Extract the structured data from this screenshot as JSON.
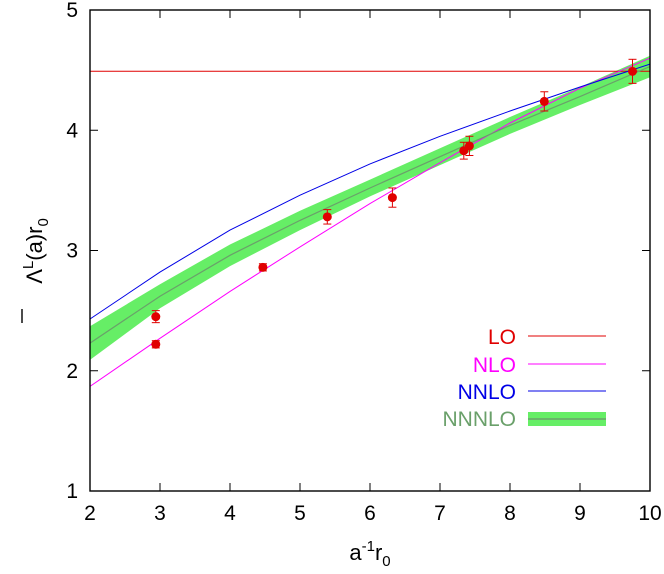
{
  "chart_data": {
    "type": "line",
    "xlabel_base": "a",
    "xlabel_sup": "-1",
    "xlabel_mid": "r",
    "xlabel_sub": "0",
    "ylabel_base": "Λ",
    "ylabel_sup": "L",
    "ylabel_mid": "(a)r",
    "ylabel_sub": "0",
    "xlim": [
      2,
      10
    ],
    "ylim": [
      1,
      5
    ],
    "x_ticks": [
      "2",
      "3",
      "4",
      "5",
      "6",
      "7",
      "8",
      "9",
      "10"
    ],
    "y_ticks": [
      "1",
      "2",
      "3",
      "4",
      "5"
    ],
    "grid": false,
    "legend_position": "bottom-right",
    "colors": {
      "LO": "#e00000",
      "NLO": "#ff00ff",
      "NNLO": "#0000e6",
      "NNNLO_line": "#6aa06a",
      "NNNLO_band": "#66ee66",
      "points": "#e00000"
    },
    "series": [
      {
        "name": "LO",
        "x": [
          2,
          10
        ],
        "y": [
          4.49,
          4.49
        ]
      },
      {
        "name": "NLO",
        "x": [
          2,
          3,
          4,
          5,
          6,
          7,
          8,
          9,
          10
        ],
        "y": [
          1.87,
          2.27,
          2.66,
          3.03,
          3.39,
          3.73,
          4.06,
          4.35,
          4.6
        ]
      },
      {
        "name": "NNLO",
        "x": [
          2,
          3,
          4,
          5,
          6,
          7,
          8,
          9,
          10
        ],
        "y": [
          2.43,
          2.82,
          3.17,
          3.46,
          3.72,
          3.95,
          4.16,
          4.36,
          4.55
        ]
      },
      {
        "name": "NNNLO",
        "x": [
          2,
          3,
          4,
          5,
          6,
          7,
          8,
          9,
          10
        ],
        "y": [
          2.23,
          2.62,
          2.96,
          3.25,
          3.52,
          3.78,
          4.04,
          4.28,
          4.53
        ],
        "band_upper": [
          2.37,
          2.72,
          3.05,
          3.33,
          3.59,
          3.85,
          4.11,
          4.36,
          4.62
        ],
        "band_lower": [
          2.09,
          2.52,
          2.87,
          3.17,
          3.45,
          3.71,
          3.97,
          4.21,
          4.44
        ]
      }
    ],
    "points": [
      {
        "x": 2.94,
        "y": 2.22,
        "err": 0.03
      },
      {
        "x": 2.94,
        "y": 2.45,
        "err": 0.05
      },
      {
        "x": 4.47,
        "y": 2.86,
        "err": 0.03
      },
      {
        "x": 5.39,
        "y": 3.28,
        "err": 0.06
      },
      {
        "x": 6.32,
        "y": 3.44,
        "err": 0.08
      },
      {
        "x": 7.34,
        "y": 3.83,
        "err": 0.07
      },
      {
        "x": 7.42,
        "y": 3.87,
        "err": 0.08
      },
      {
        "x": 8.49,
        "y": 4.24,
        "err": 0.08
      },
      {
        "x": 9.75,
        "y": 4.49,
        "err": 0.1
      }
    ]
  }
}
